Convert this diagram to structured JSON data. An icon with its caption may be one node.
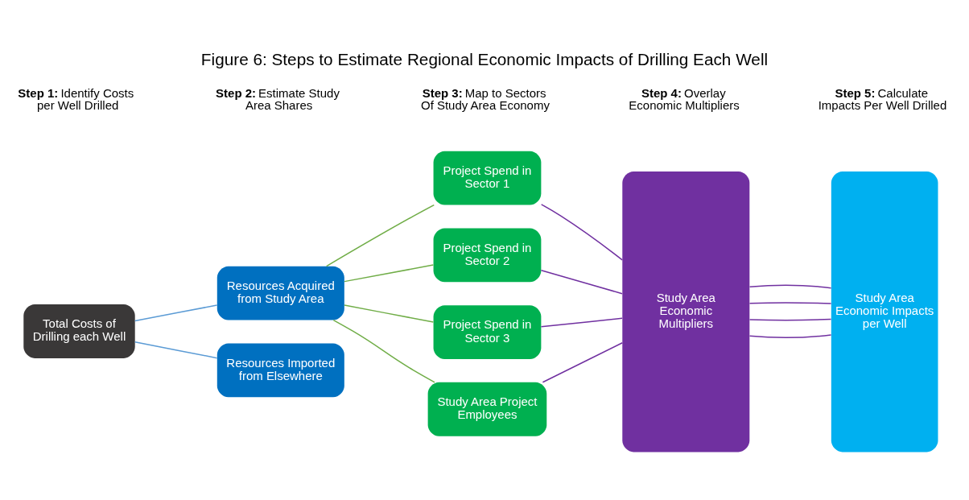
{
  "diagram": {
    "title": "Figure 6: Steps to Estimate Regional Economic Impacts of Drilling Each Well",
    "nodes": [
      {
        "text": [
          "Total Costs of Drilling each Well"
        ]
      },
      {
        "text": [
          "Resources Acquired from Study Area"
        ]
      },
      {
        "text": [
          "Resources Imported from Elsewhere"
        ]
      },
      {
        "text": [
          "Project Spend in Sector 1"
        ]
      },
      {
        "text": [
          "Project Spend in Sector 2"
        ]
      },
      {
        "text": [
          "Project Spend in Sector 3"
        ]
      },
      {
        "text": [
          "Study Area Project Employees"
        ]
      },
      {
        "text": [
          "Study Area Economic Multipliers"
        ]
      },
      {
        "text": [
          "Study Area Economic Impacts per Well"
        ]
      }
    ],
    "edges": [
      {
        "from": 0,
        "to": 1,
        "arrow": "none",
        "color": "#5b9bd5"
      },
      {
        "from": 0,
        "to": 2,
        "arrow": "none",
        "color": "#5b9bd5"
      },
      {
        "from": 1,
        "to": 3,
        "arrow": "none",
        "color": "#70ad47"
      },
      {
        "from": 1,
        "to": 4,
        "arrow": "none",
        "color": "#70ad47"
      },
      {
        "from": 1,
        "to": 5,
        "arrow": "none",
        "color": "#70ad47"
      },
      {
        "from": 1,
        "to": 6,
        "arrow": "none",
        "color": "#70ad47"
      },
      {
        "from": 3,
        "to": 7,
        "arrow": "none",
        "color": "#7030a0"
      },
      {
        "from": 4,
        "to": 7,
        "arrow": "none",
        "color": "#7030a0"
      },
      {
        "from": 5,
        "to": 7,
        "arrow": "none",
        "color": "#7030a0"
      },
      {
        "from": 6,
        "to": 7,
        "arrow": "none",
        "color": "#7030a0"
      },
      {
        "from": 7,
        "to": 8,
        "arrow": "none",
        "color": "#7030a0"
      },
      {
        "from": 7,
        "to": 8,
        "arrow": "none",
        "color": "#7030a0"
      },
      {
        "from": 7,
        "to": 8,
        "arrow": "none",
        "color": "#7030a0"
      },
      {
        "from": 7,
        "to": 8,
        "arrow": "none",
        "color": "#7030a0"
      }
    ],
    "labels": [
      "**Step 1:** Identify Costs per Well Drilled",
      "**Step 2:** Estimate Study Area Shares",
      "**Step 3:** Map to Sectors Of Study Area Economy",
      "**Step 4:** Overlay Economic Multipliers",
      "**Step 5:** Calculate Impacts Per Well Drilled"
    ]
  }
}
